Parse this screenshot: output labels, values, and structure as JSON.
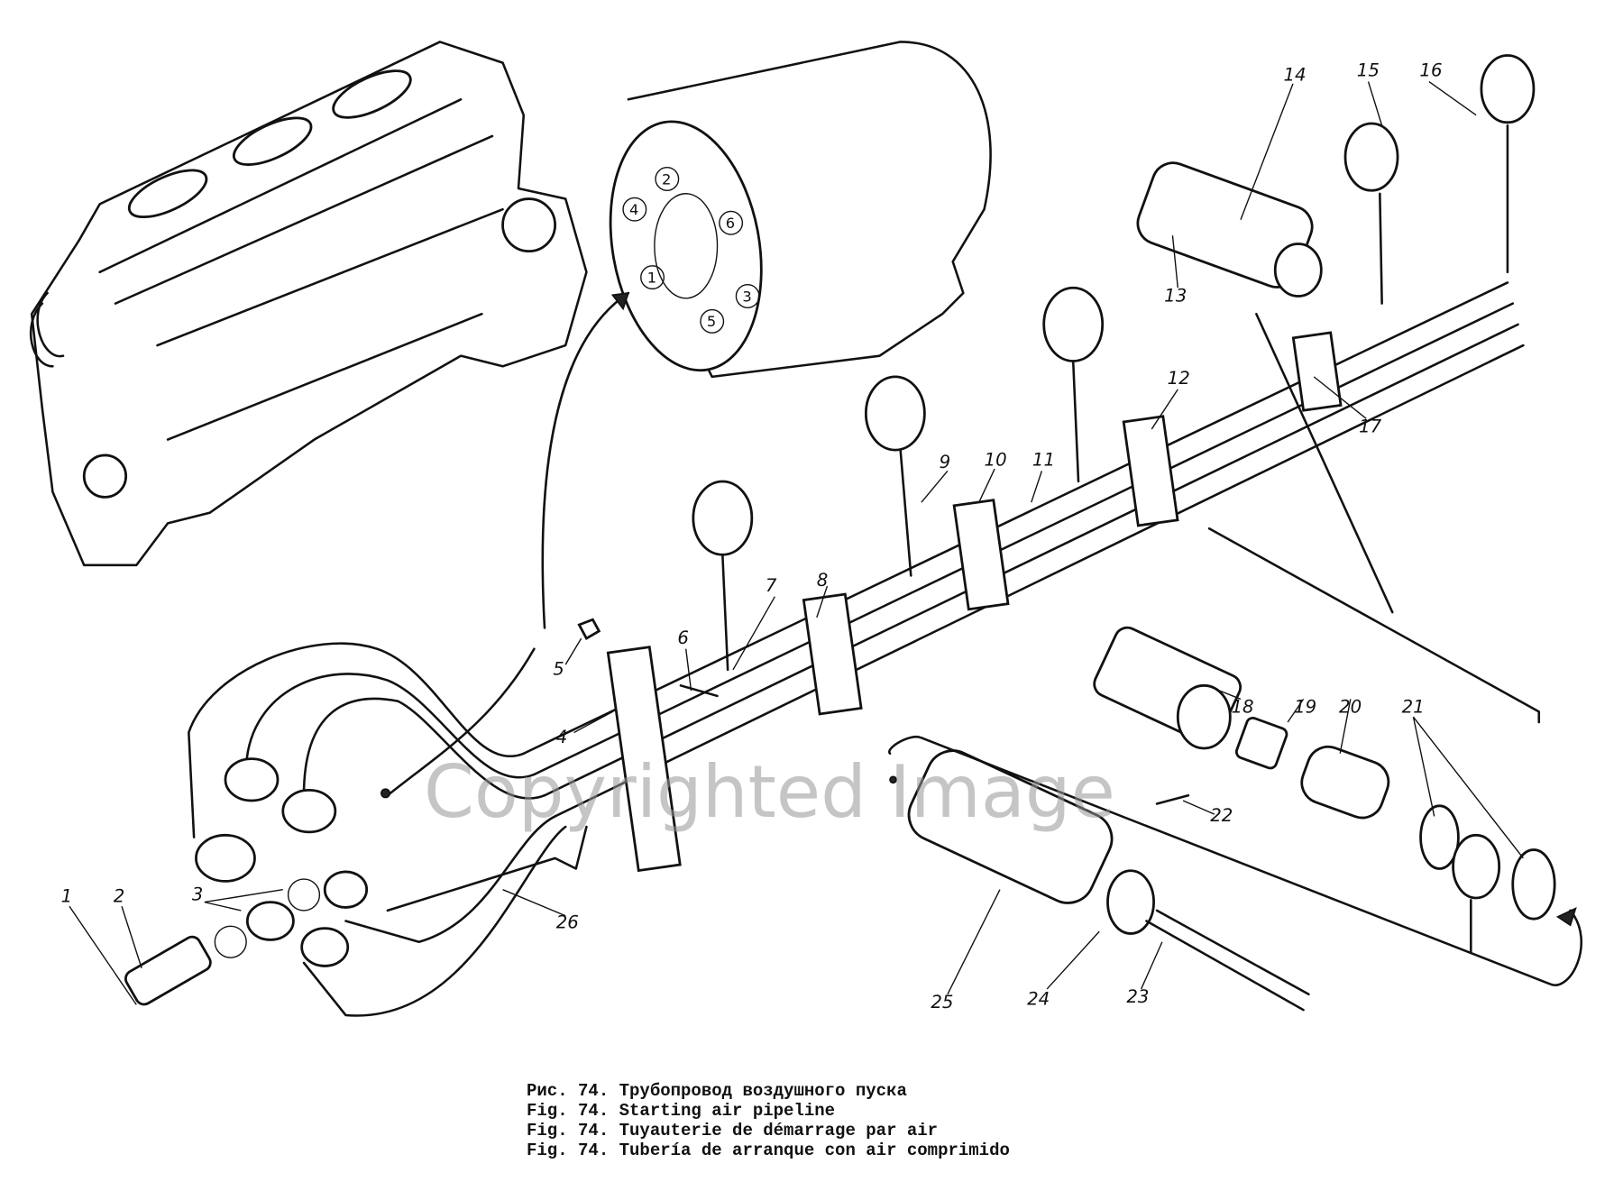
{
  "figure": {
    "caption_lines": [
      "Рис. 74. Трубопровод воздушного пуска",
      "Fig. 74. Starting air pipeline",
      "Fig. 74. Tuyauterie de démarrage par air",
      "Fig. 74. Tubería de arranque con air comprimido"
    ],
    "callouts": [
      "1",
      "2",
      "3",
      "4",
      "5",
      "6",
      "7",
      "8",
      "9",
      "10",
      "11",
      "12",
      "13",
      "14",
      "15",
      "16",
      "17",
      "18",
      "19",
      "20",
      "21",
      "22",
      "23",
      "24",
      "25",
      "26"
    ],
    "cylinder_order_labels": [
      "2",
      "4",
      "6",
      "1",
      "3",
      "5"
    ],
    "watermark": "Copyrighted Image"
  }
}
